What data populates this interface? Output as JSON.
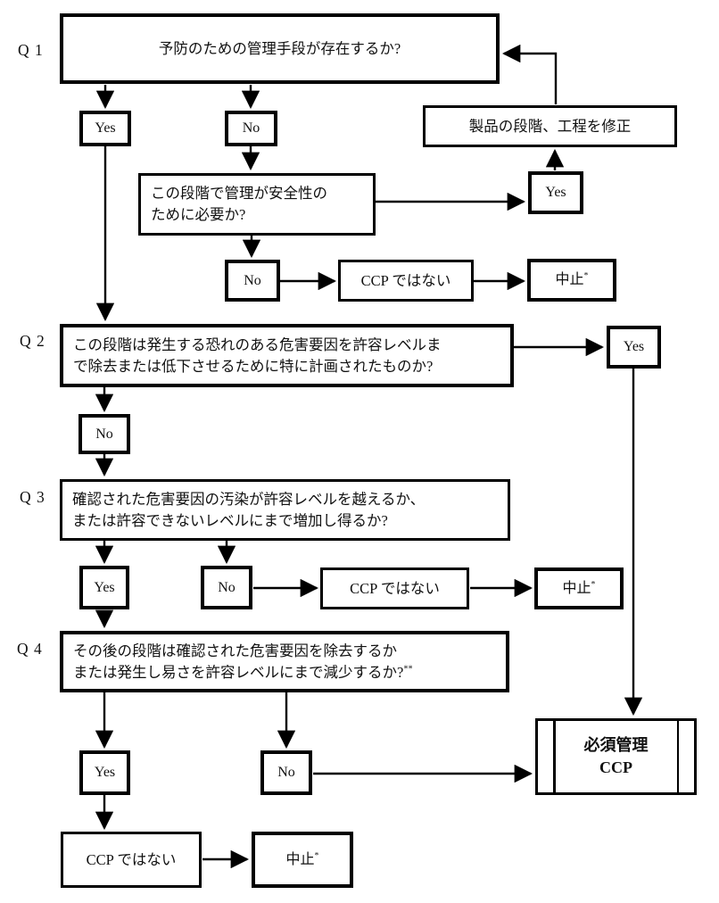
{
  "diagram": {
    "type": "flowchart",
    "colors": {
      "line": "#000000",
      "background": "#ffffff",
      "text": "#111111"
    },
    "q_labels": {
      "q1": "Q 1",
      "q2": "Q 2",
      "q3": "Q 3",
      "q4": "Q 4"
    },
    "nodes": {
      "q1": {
        "text": "予防のための管理手段が存在するか?"
      },
      "q1_yes": {
        "text": "Yes"
      },
      "q1_no": {
        "text": "No"
      },
      "modify": {
        "text": "製品の段階、工程を修正"
      },
      "control_needed": {
        "line1": "この段階で管理が安全性の",
        "line2": "ために必要か?"
      },
      "control_needed_yes": {
        "text": "Yes"
      },
      "control_needed_no": {
        "text": "No"
      },
      "not_ccp_1": {
        "text": "CCP ではない"
      },
      "stop_1": {
        "text": "中止",
        "sup": "*"
      },
      "q2": {
        "line1": "この段階は発生する恐れのある危害要因を許容レベルま",
        "line2": "で除去または低下させるために特に計画されたものか?"
      },
      "q2_yes": {
        "text": "Yes"
      },
      "q2_no": {
        "text": "No"
      },
      "q3": {
        "line1": "確認された危害要因の汚染が許容レベルを越えるか、",
        "line2": "または許容できないレベルにまで増加し得るか?"
      },
      "q3_yes": {
        "text": "Yes"
      },
      "q3_no": {
        "text": "No"
      },
      "not_ccp_2": {
        "text": "CCP ではない"
      },
      "stop_2": {
        "text": "中止",
        "sup": "*"
      },
      "q4": {
        "line1": "その後の段階は確認された危害要因を除去するか",
        "line2": "または発生し易さを許容レベルにまで減少するか?",
        "sup": "**"
      },
      "q4_yes": {
        "text": "Yes"
      },
      "q4_no": {
        "text": "No"
      },
      "ccp": {
        "line1": "必須管理",
        "line2": "CCP"
      },
      "not_ccp_3": {
        "text": "CCP ではない"
      },
      "stop_3": {
        "text": "中止",
        "sup": "*"
      }
    }
  }
}
